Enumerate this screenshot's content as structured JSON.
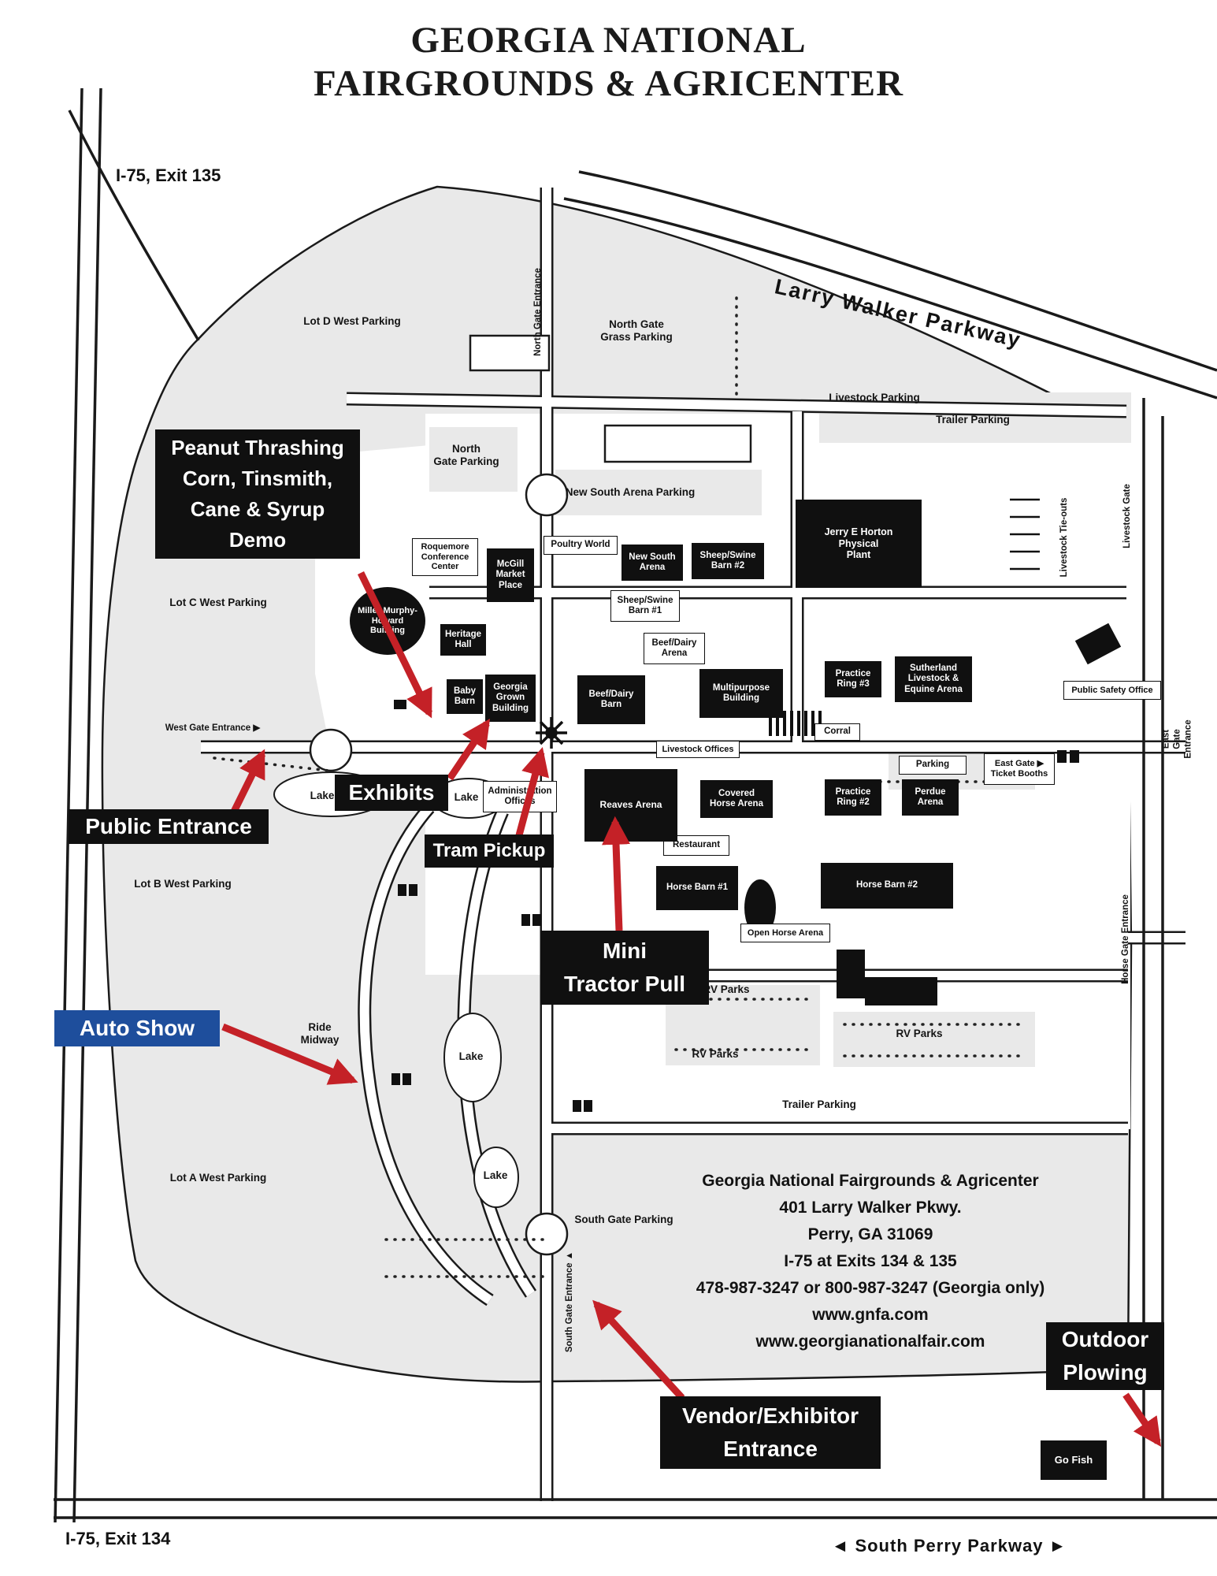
{
  "title": "GEORGIA NATIONAL\nFAIRGROUNDS & AGRICENTER",
  "roads": {
    "i75_exit_135": "I-75, Exit 135",
    "i75_exit_134": "I-75, Exit 134",
    "larry_walker_parkway": "Larry Walker Parkway",
    "south_perry_parkway": "◄ South Perry Parkway ►"
  },
  "areas": {
    "lot_d": "Lot D West Parking",
    "north_gate_grass": "North Gate\nGrass Parking",
    "livestock_parking": "Livestock Parking",
    "trailer_parking_ne": "Trailer Parking",
    "north_gate_parking": "North\nGate Parking",
    "new_south_arena_parking": "New South Arena Parking",
    "lot_c": "Lot C West Parking",
    "lot_b": "Lot B West Parking",
    "lot_a": "Lot A West Parking",
    "ride_midway": "Ride\nMidway",
    "lake": "Lake",
    "south_gate_parking": "South Gate Parking",
    "rv_parks": "RV Parks",
    "trailer_parking_s": "Trailer Parking"
  },
  "gates": {
    "west_gate": "West Gate Entrance ▶",
    "north_gate": "North Gate Entrance",
    "livestock_gate": "Livestock Gate",
    "livestock_tie_outs": "Livestock Tie-outs",
    "east_gate": "East Gate Entrance",
    "horse_gate": "Horse Gate Entrance",
    "south_gate": "South Gate Entrance ▲",
    "east_gate_tickets": "East Gate ▶\nTicket Booths"
  },
  "buildings": {
    "roquemore": "Roquemore\nConference\nCenter",
    "mcgill": "McGill\nMarket\nPlace",
    "poultry_world": "Poultry World",
    "new_south_arena": "New South\nArena",
    "sheep_swine_2": "Sheep/Swine\nBarn #2",
    "sheep_swine_1": "Sheep/Swine\nBarn #1",
    "jerry_horton": "Jerry E Horton\nPhysical\nPlant",
    "miller_murphy": "Miller-Murphy-\nHoward\nBuilding",
    "heritage_hall": "Heritage\nHall",
    "baby_barn": "Baby\nBarn",
    "georgia_grown": "Georgia\nGrown\nBuilding",
    "beef_dairy_arena": "Beef/Dairy\nArena",
    "beef_dairy_barn": "Beef/Dairy\nBarn",
    "multipurpose": "Multipurpose\nBuilding",
    "practice_ring_3": "Practice\nRing #3",
    "sutherland": "Sutherland\nLivestock &\nEquine Arena",
    "corral": "Corral",
    "public_safety": "Public Safety Office",
    "livestock_offices": "Livestock Offices",
    "admin_offices": "Administration\nOffices",
    "reaves": "Reaves Arena",
    "covered_horse": "Covered\nHorse Arena",
    "practice_ring_2": "Practice\nRing #2",
    "perdue": "Perdue\nArena",
    "restaurant": "Restaurant",
    "horse_barn_1": "Horse Barn #1",
    "horse_barn_2": "Horse Barn #2",
    "open_horse": "Open Horse Arena",
    "parking_box": "Parking",
    "go_fish": "Go Fish"
  },
  "callouts": {
    "peanut_demo": "Peanut Thrashing\nCorn, Tinsmith,\nCane & Syrup\nDemo",
    "exhibits": "Exhibits",
    "public_entrance": "Public Entrance",
    "tram_pickup": "Tram Pickup",
    "mini_tractor_pull": "Mini\nTractor Pull",
    "auto_show": "Auto Show",
    "vendor_entrance": "Vendor/Exhibitor\nEntrance",
    "outdoor_plowing": "Outdoor\nPlowing"
  },
  "address": {
    "line1": "Georgia National Fairgrounds & Agricenter",
    "line2": "401 Larry Walker Pkwy.",
    "line3": "Perry, GA 31069",
    "line4": "I-75 at Exits 134 & 135",
    "line5": "478-987-3247 or 800-987-3247 (Georgia only)",
    "line6": "www.gnfa.com",
    "line7": "www.georgianationalfair.com"
  },
  "colors": {
    "callout_black": "#101010",
    "auto_show_blue": "#1e4e9c",
    "arrow_red": "#c42127",
    "map_gray": "#e9e9e9"
  }
}
